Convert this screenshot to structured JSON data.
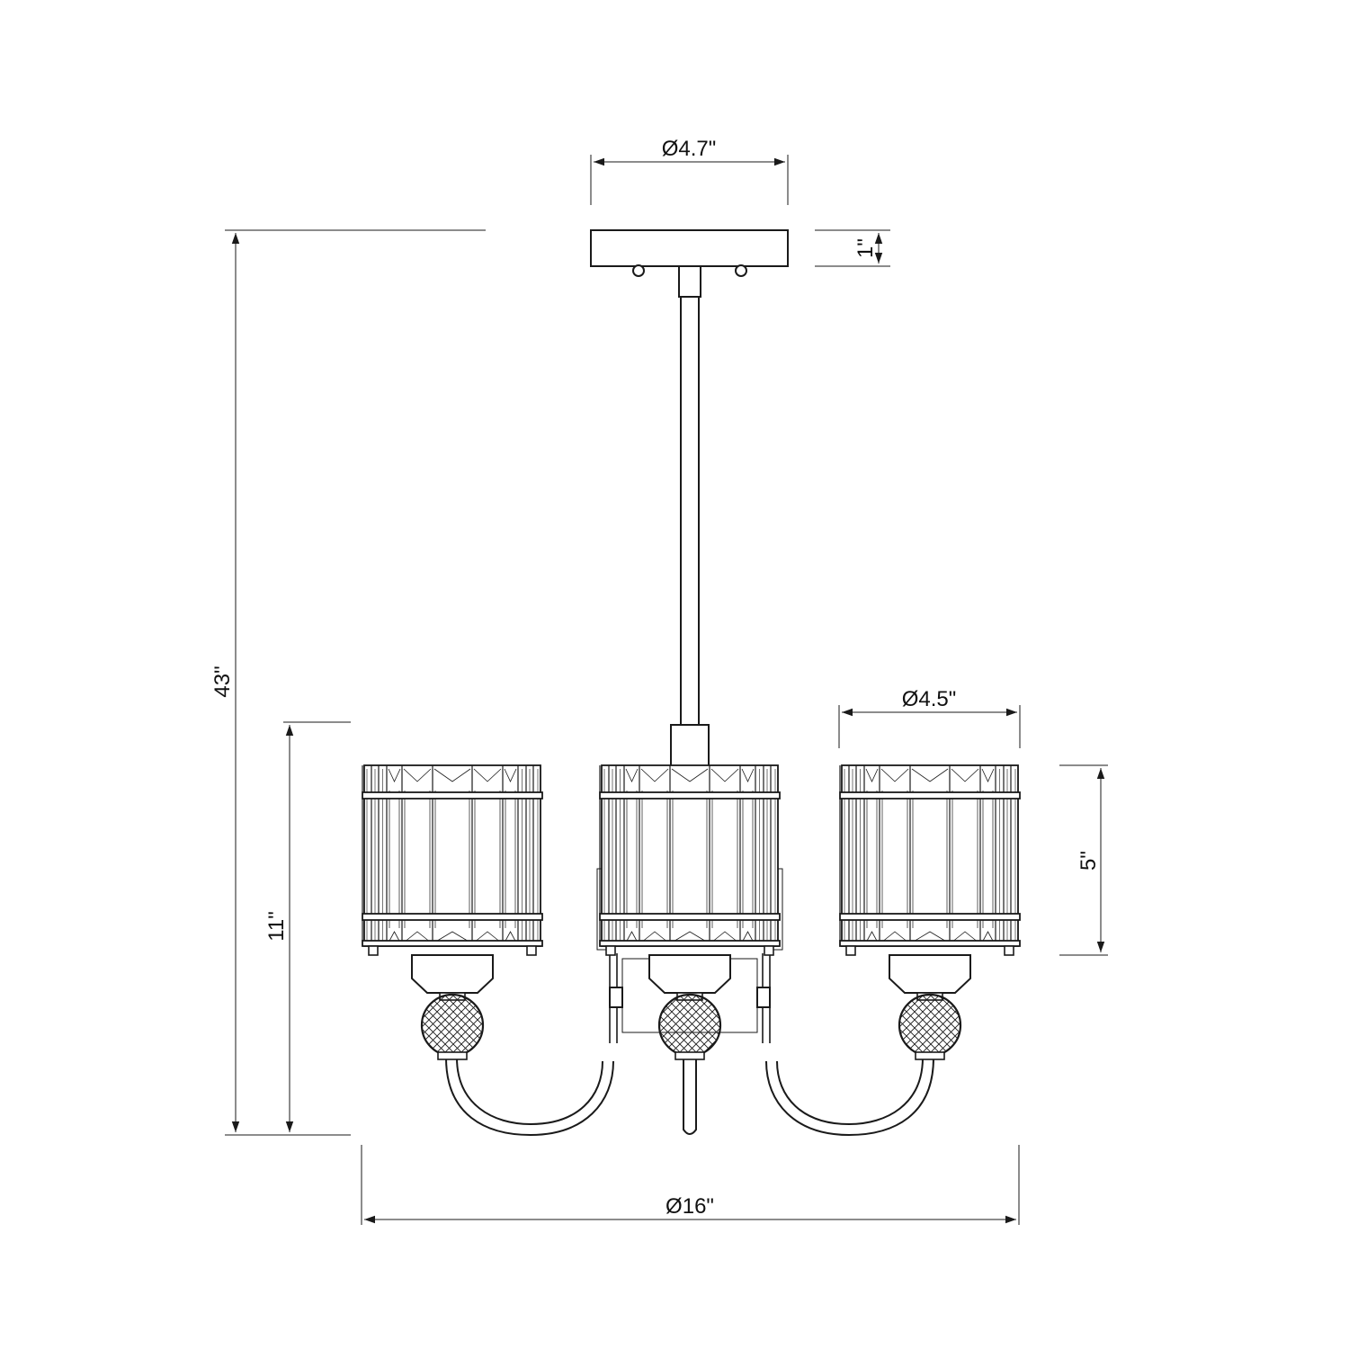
{
  "dimensions": {
    "canopy_diameter": "Ø4.7\"",
    "canopy_height": "1\"",
    "overall_height": "43\"",
    "body_height": "11\"",
    "shade_diameter": "Ø4.5\"",
    "shade_height": "5\"",
    "overall_diameter": "Ø16\""
  },
  "colors": {
    "line": "#1a1a1a",
    "background": "#ffffff"
  }
}
